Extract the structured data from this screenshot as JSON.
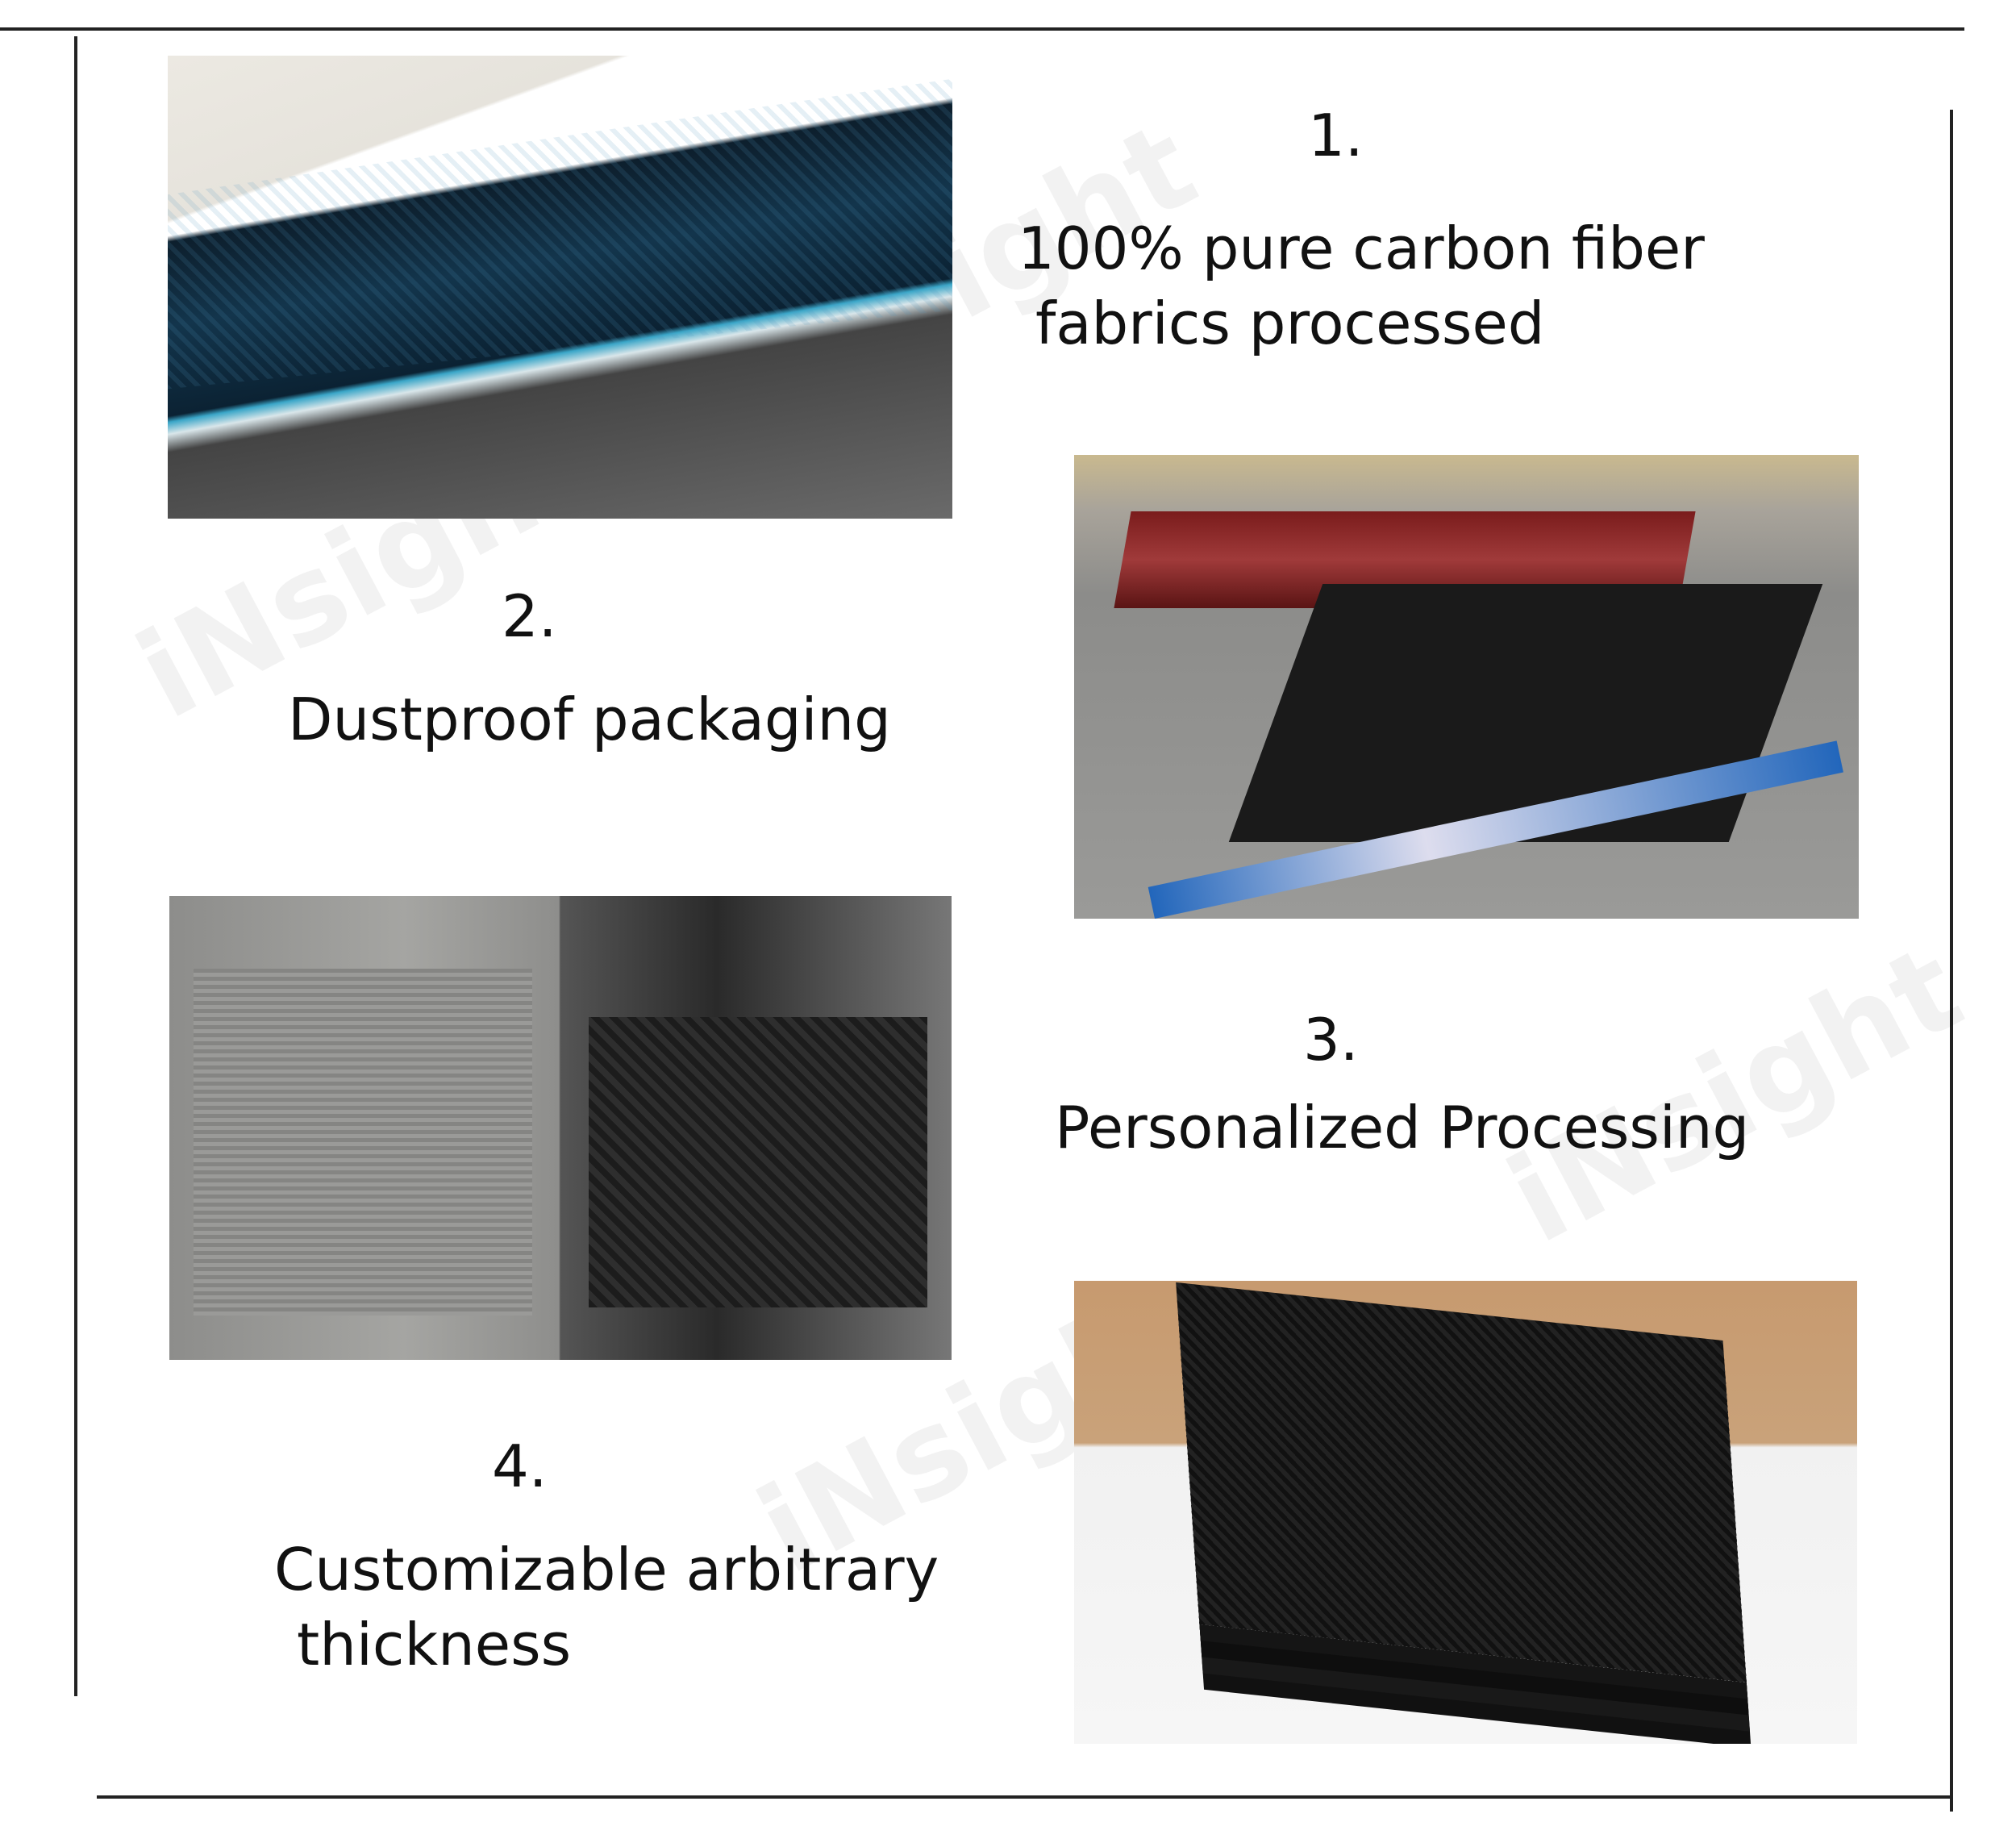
{
  "watermark": "iNsight",
  "sections": [
    {
      "number": "1.",
      "lines": [
        "100% pure carbon fiber",
        "fabrics processed"
      ],
      "image": "carbon-fiber-fabric-roll"
    },
    {
      "number": "2.",
      "lines": [
        "Dustproof packaging"
      ],
      "image": "sheet-laminating-machine"
    },
    {
      "number": "3.",
      "lines": [
        "Personalized Processing"
      ],
      "image": "cnc-machining-carbon-plates"
    },
    {
      "number": "4.",
      "lines": [
        "Customizable arbitrary",
        "thickness"
      ],
      "image": "stacked-carbon-fiber-sheets"
    }
  ]
}
